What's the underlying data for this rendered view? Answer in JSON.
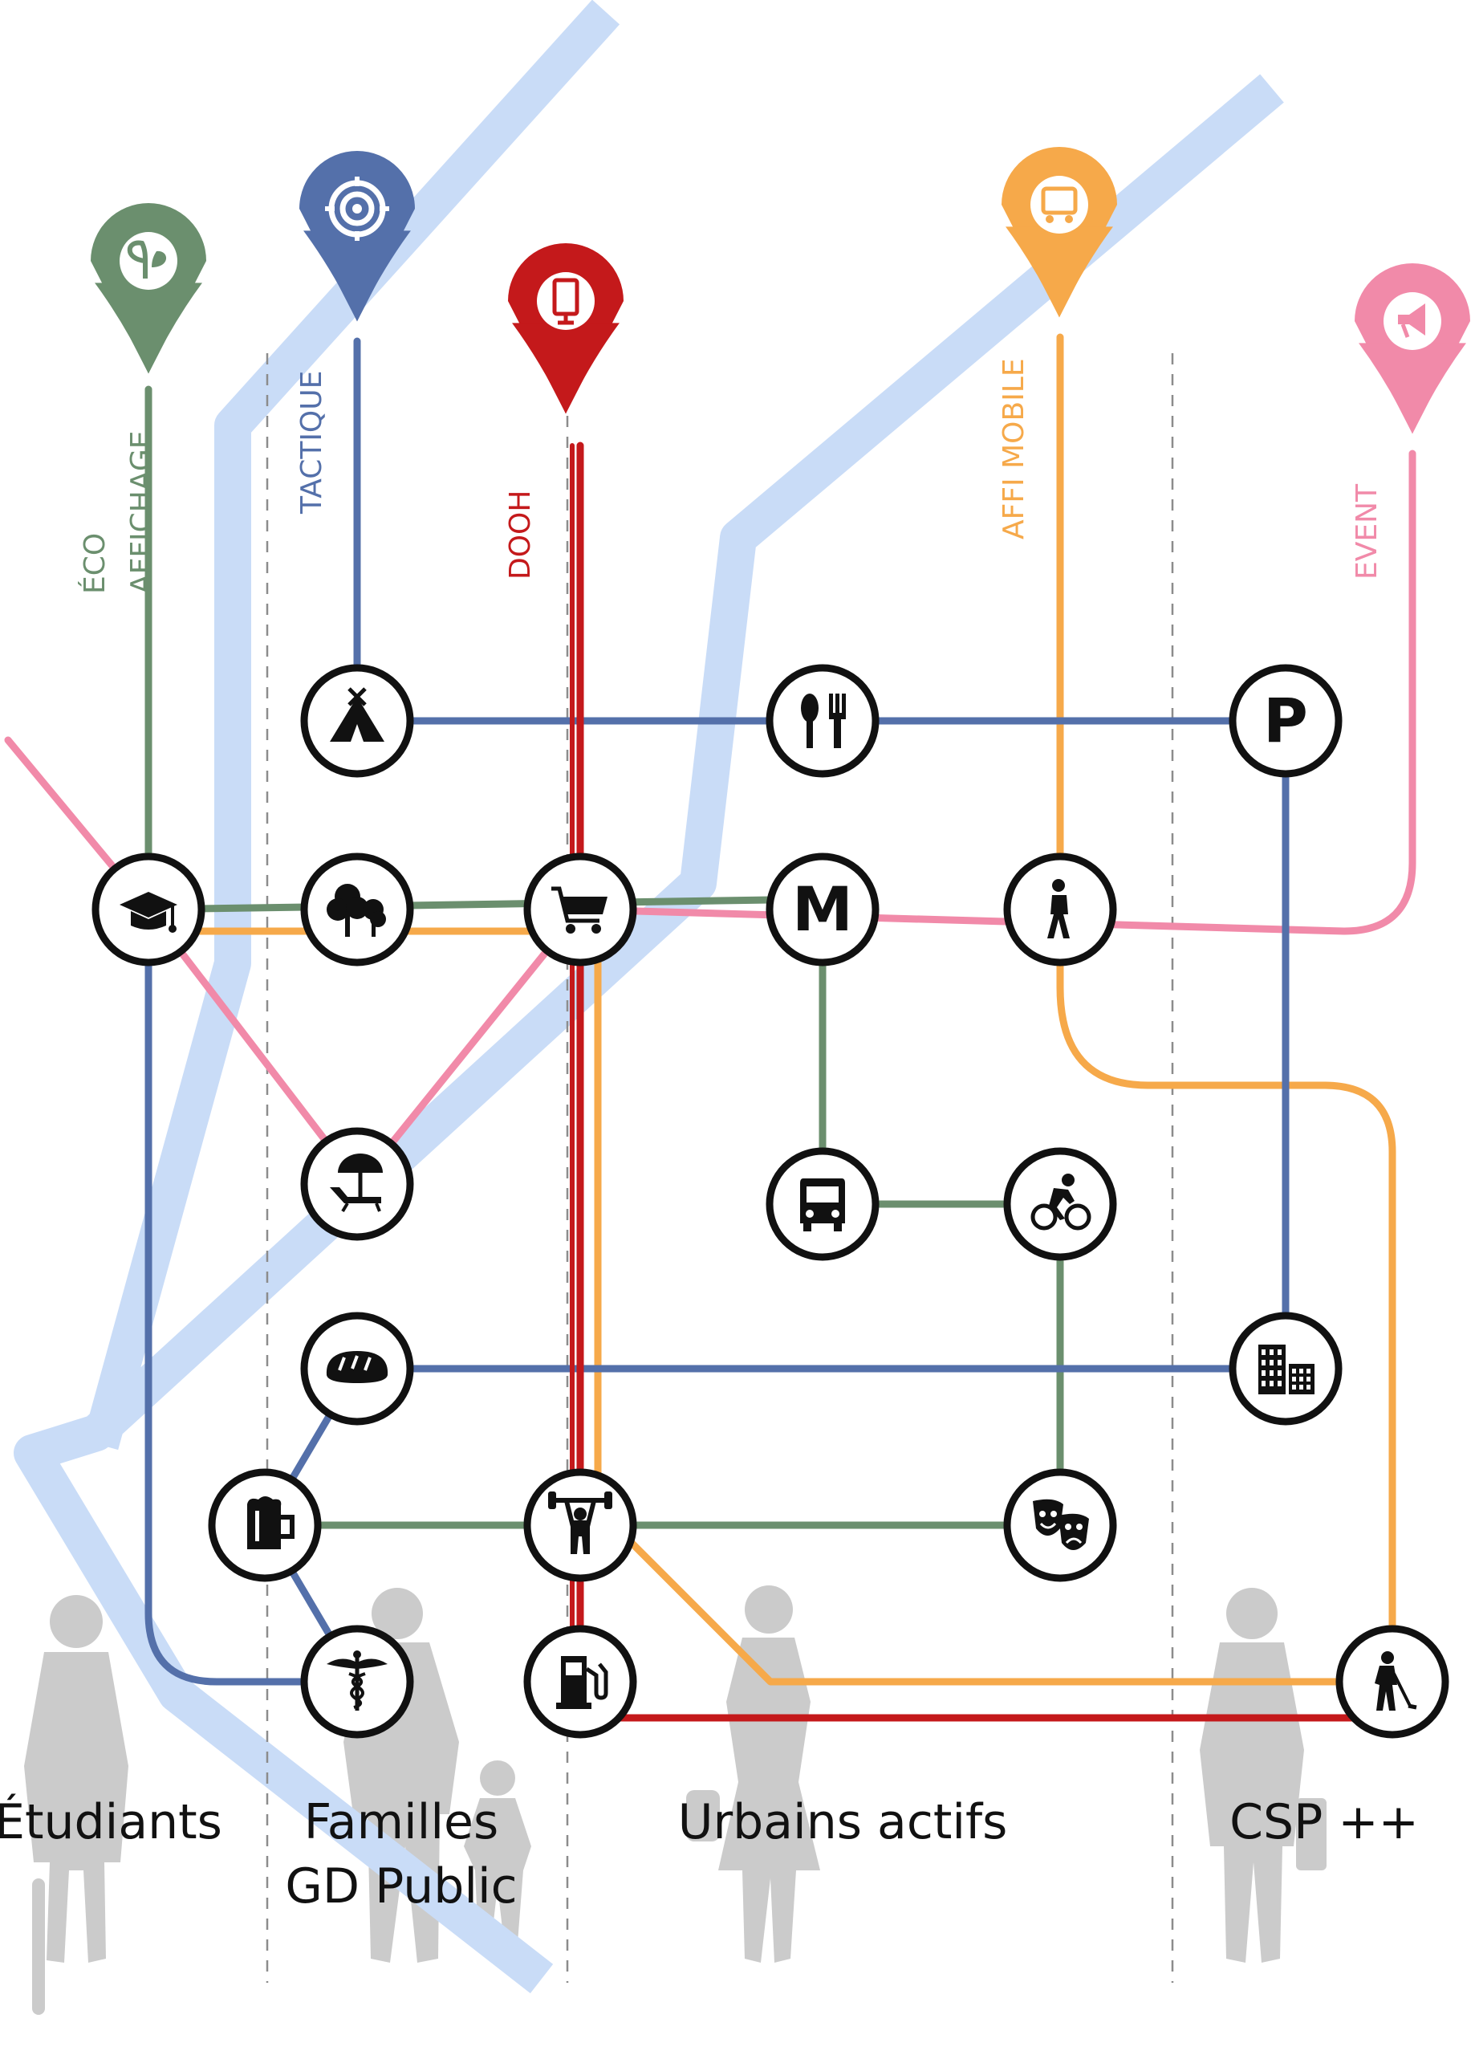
{
  "colors": {
    "eco": "#6b8f6e",
    "tactique": "#5470aa",
    "dooh": "#c4191b",
    "affi_mobile": "#f6a94a",
    "event": "#f18aa9",
    "river": "#c9dcf7",
    "silhouette": "#c9c9c9",
    "divider": "#8c8c8c",
    "station_ring": "#111111"
  },
  "pins": [
    {
      "id": "eco",
      "lines": [
        "ÉCO",
        "AFFICHAGE"
      ],
      "icon": "leaves-icon"
    },
    {
      "id": "tactique",
      "lines": [
        "TACTIQUE"
      ],
      "icon": "target-icon"
    },
    {
      "id": "dooh",
      "lines": [
        "DOOH"
      ],
      "icon": "digital-screen-icon"
    },
    {
      "id": "affi_mobile",
      "lines": [
        "AFFI MOBILE"
      ],
      "icon": "mobile-billboard-icon"
    },
    {
      "id": "event",
      "lines": [
        "EVENT"
      ],
      "icon": "megaphone-icon"
    }
  ],
  "stations": [
    {
      "id": "campsite",
      "icon": "tent-icon"
    },
    {
      "id": "restaurant",
      "icon": "cutlery-icon"
    },
    {
      "id": "parking",
      "icon": "parking-icon",
      "glyph": "P"
    },
    {
      "id": "university",
      "icon": "graduation-cap-icon"
    },
    {
      "id": "park",
      "icon": "trees-icon"
    },
    {
      "id": "shopping",
      "icon": "shopping-cart-icon"
    },
    {
      "id": "metro",
      "icon": "metro-icon",
      "glyph": "M"
    },
    {
      "id": "pedestrian",
      "icon": "walking-person-icon"
    },
    {
      "id": "beach",
      "icon": "beach-umbrella-icon"
    },
    {
      "id": "bus",
      "icon": "bus-icon"
    },
    {
      "id": "cycling",
      "icon": "bicycle-icon"
    },
    {
      "id": "bakery",
      "icon": "bread-icon"
    },
    {
      "id": "offices",
      "icon": "office-buildings-icon"
    },
    {
      "id": "bar",
      "icon": "beer-mug-icon"
    },
    {
      "id": "gym",
      "icon": "weightlifter-icon"
    },
    {
      "id": "theatre",
      "icon": "theatre-masks-icon"
    },
    {
      "id": "health",
      "icon": "caduceus-icon"
    },
    {
      "id": "fuel",
      "icon": "fuel-pump-icon"
    },
    {
      "id": "golf",
      "icon": "golfer-icon"
    }
  ],
  "segments": [
    {
      "id": "etudiants",
      "lines": [
        "Étudiants"
      ]
    },
    {
      "id": "familles",
      "lines": [
        "Familles",
        "GD Public"
      ]
    },
    {
      "id": "urbains",
      "lines": [
        "Urbains actifs"
      ]
    },
    {
      "id": "csp",
      "lines": [
        "CSP ++"
      ]
    }
  ]
}
